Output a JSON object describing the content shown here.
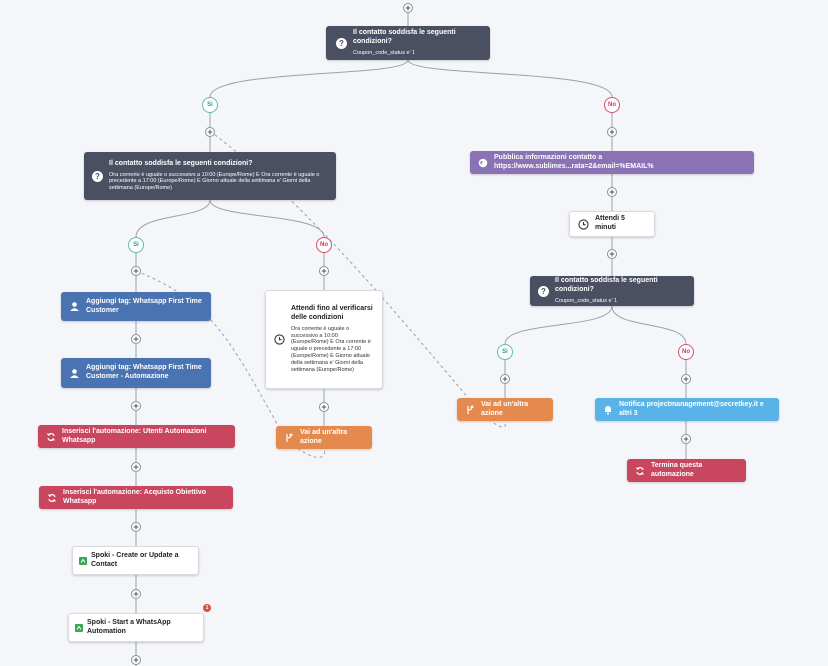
{
  "nodes": {
    "cond_top": {
      "title": "Il contatto soddisfa le seguenti condizioni?",
      "sub": "Coupon_code_status e' 1",
      "icon": "question-icon"
    },
    "cond_left": {
      "title": "Il contatto soddisfa le seguenti condizioni?",
      "sub": "Ora corrente è uguale o successivo a 10:00 (Europe/Rome) E Ora corrente è uguale o precedente a 17:00 (Europe/Rome) E Giorno attuale della settimana e' Giorni della settimana (Europe/Rome)",
      "icon": "question-icon"
    },
    "publish": {
      "title": "Pubblica informazioni contatto a https://www.sublimes...rata=2&email=%EMAIL%",
      "icon": "globe-icon"
    },
    "wait5": {
      "title": "Attendi 5 minuti",
      "icon": "clock-icon"
    },
    "cond_right": {
      "title": "Il contatto soddisfa le seguenti condizioni?",
      "sub": "Coupon_code_status e' 1",
      "icon": "question-icon"
    },
    "tag1": {
      "title": "Aggiungi tag: Whatsapp First Time Customer",
      "icon": "user-icon"
    },
    "tag2": {
      "title": "Aggiungi tag: Whatsapp First Time Customer - Automazione",
      "icon": "user-icon"
    },
    "wait_until": {
      "title": "Attendi fino al verificarsi delle condizioni",
      "sub": "Ora corrente è uguale o successivo a 10:00 (Europe/Rome) E Ora corrente è uguale o precedente a 17:00 (Europe/Rome) E Giorno attuale della settimana e' Giorni della settimana (Europe/Rome)",
      "icon": "clock-icon"
    },
    "goto_mid": {
      "title": "Vai ad un'altra azione",
      "icon": "branch-icon"
    },
    "goto_right": {
      "title": "Vai ad un'altra azione",
      "icon": "branch-icon"
    },
    "notify": {
      "title": "Notifica projectmanagement@secretkey.it e altri 3",
      "icon": "bell-icon"
    },
    "terminate": {
      "title": "Termina questa automazione",
      "icon": "refresh-icon"
    },
    "insert1": {
      "title": "Inserisci l'automazione: Utenti Automazioni Whatsapp",
      "icon": "refresh-icon"
    },
    "insert2": {
      "title": "Inserisci l'automazione: Acquisto Obiettivo Whatsapp",
      "icon": "refresh-icon"
    },
    "spoki1": {
      "title": "Spoki - Create or Update a Contact",
      "icon": "spoki-icon"
    },
    "spoki2": {
      "title": "Spoki - Start a WhatsApp Automation",
      "icon": "spoki-icon",
      "badge": "1"
    }
  },
  "branches": {
    "yes": "Sì",
    "no": "No"
  },
  "plus_label": "+",
  "colors": {
    "dark": "#4a4f62",
    "blue": "#4a73b1",
    "red": "#c8475f",
    "orange": "#e58a4e",
    "purple": "#8a72b5",
    "lightblue": "#59b3e8",
    "yes": "#5bbfa3",
    "no": "#d6506a",
    "wire": "#9aa0aa"
  }
}
